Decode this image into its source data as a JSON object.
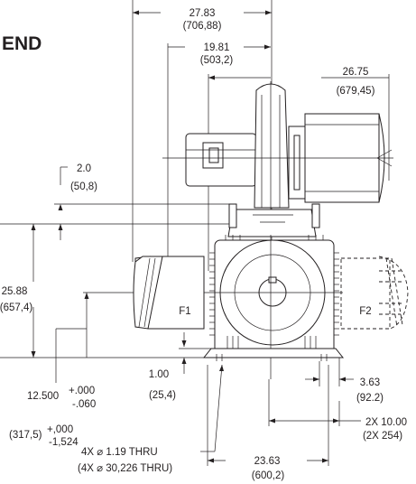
{
  "title": "END",
  "dimensions": {
    "top_overall": {
      "in": "27.83",
      "mm": "(706,88)"
    },
    "top_mid": {
      "in": "19.81",
      "mm": "(503,2)"
    },
    "top_right": {
      "in": "26.75",
      "mm": "(679,45)"
    },
    "left_small": {
      "in": "2.0",
      "mm": "(50,8)"
    },
    "height": {
      "in": "25.88",
      "mm": "(657,4)"
    },
    "shaft_center": {
      "in": "12.500",
      "tol_plus": "+.000",
      "tol_minus": "-.060"
    },
    "shaft_center_mm": {
      "mm": "(317,5)",
      "tol_plus": "+,000",
      "tol_minus": "-1,524"
    },
    "base_thk": {
      "in": "1.00",
      "mm": "(25,4)"
    },
    "right_offset": {
      "in": "3.63",
      "mm": "(92.2)"
    },
    "holes_spacing": {
      "in": "2X 10.00",
      "mm": "(2X 254)"
    },
    "holes_note": {
      "in": "4X ⌀ 1.19 THRU",
      "mm": "(4X ⌀ 30,226 THRU)"
    },
    "base_width": {
      "in": "23.63",
      "mm": "(600,2)"
    }
  },
  "labels": {
    "f1": "F1",
    "f2": "F2"
  }
}
